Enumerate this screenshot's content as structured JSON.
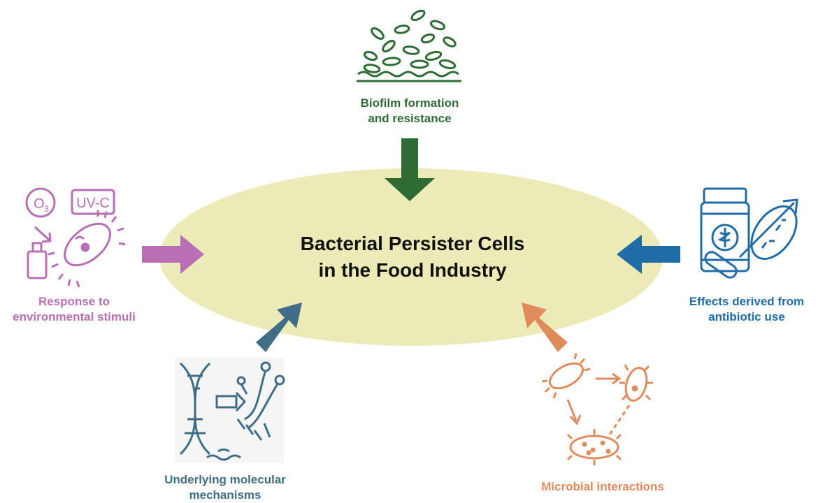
{
  "center": {
    "line1": "Bacterial Persister Cells",
    "line2": "in the Food Industry",
    "fill": "#ecebb7"
  },
  "nodes": {
    "biofilm": {
      "line1": "Biofilm formation",
      "line2": "and resistance",
      "color": "#2e6b35",
      "icon": "biofilm-icon"
    },
    "environmental": {
      "line1": "Response to",
      "line2": "environmental stimuli",
      "color": "#b86fb5",
      "icon": "bacterium-ozone-uvc-icon",
      "ozone_label": "O",
      "ozone_sub": "3",
      "uvc_label": "UV-C"
    },
    "antibiotic": {
      "line1": "Effects derived from",
      "line2": "antibiotic use",
      "color": "#1f6ca8",
      "icon": "medicine-bottle-bacterium-icon"
    },
    "molecular": {
      "line1": "Underlying molecular",
      "line2": "mechanisms",
      "color": "#3f6e86",
      "icon": "dna-mutation-icon"
    },
    "microbial": {
      "line1": "Microbial interactions",
      "color": "#e08b5c",
      "icon": "bacteria-interaction-icon"
    }
  }
}
